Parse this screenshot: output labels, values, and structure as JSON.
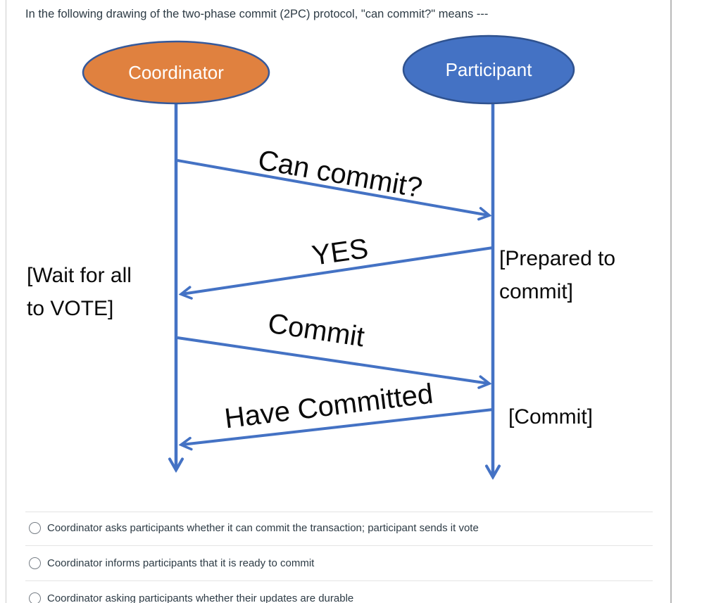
{
  "question": {
    "title": "In the following drawing of the two-phase commit (2PC) protocol, \"can commit?\" means ---"
  },
  "diagram": {
    "coordinator": {
      "label": "Coordinator",
      "fill": "#E0813F",
      "border": "#35599B"
    },
    "participant": {
      "label": "Participant",
      "fill": "#4472C4",
      "border": "#2F528F"
    },
    "line_color": "#4472C4",
    "messages": [
      {
        "label": "Can commit?",
        "from": "Coordinator",
        "to": "Participant"
      },
      {
        "label": "YES",
        "from": "Participant",
        "to": "Coordinator"
      },
      {
        "label": "Commit",
        "from": "Coordinator",
        "to": "Participant"
      },
      {
        "label": "Have Committed",
        "from": "Participant",
        "to": "Coordinator"
      }
    ],
    "annotations": [
      {
        "text": "[Wait for all\nto VOTE]"
      },
      {
        "text": "[Prepared to\ncommit]"
      },
      {
        "text": "[Commit]"
      }
    ]
  },
  "options": [
    {
      "label": "Coordinator asks participants whether it can commit the transaction; participant sends it vote",
      "selected": false
    },
    {
      "label": "Coordinator informs participants that it is ready to commit",
      "selected": false
    },
    {
      "label": "Coordinator asking participants whether their updates are durable",
      "selected": false
    }
  ]
}
